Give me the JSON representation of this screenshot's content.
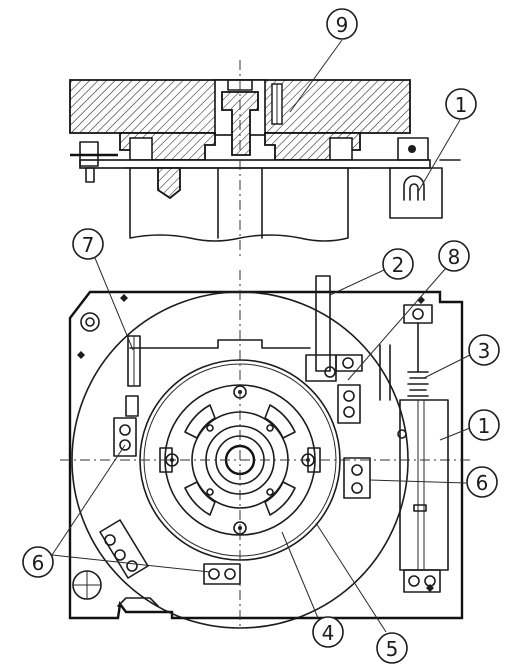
{
  "callouts": [
    {
      "id": "c9-top",
      "label": "9"
    },
    {
      "id": "c1-top",
      "label": "1"
    },
    {
      "id": "c7",
      "label": "7"
    },
    {
      "id": "c2",
      "label": "2"
    },
    {
      "id": "c8",
      "label": "8"
    },
    {
      "id": "c3",
      "label": "3"
    },
    {
      "id": "c1-right",
      "label": "1"
    },
    {
      "id": "c6-right",
      "label": "6"
    },
    {
      "id": "c6-left",
      "label": "6"
    },
    {
      "id": "c4",
      "label": "4"
    },
    {
      "id": "c5",
      "label": "5"
    }
  ]
}
